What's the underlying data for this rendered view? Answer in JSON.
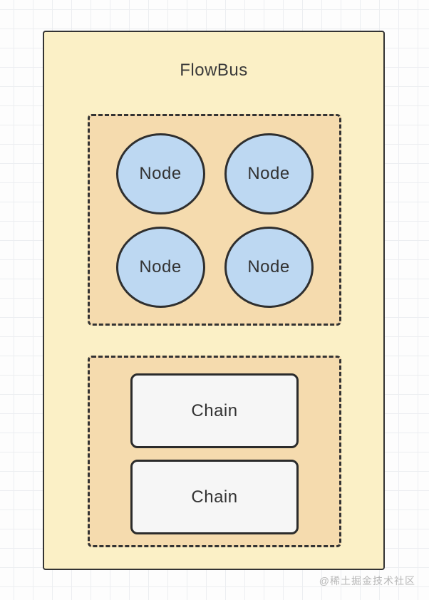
{
  "diagram": {
    "title": "FlowBus",
    "node_group": {
      "nodes": [
        {
          "label": "Node"
        },
        {
          "label": "Node"
        },
        {
          "label": "Node"
        },
        {
          "label": "Node"
        }
      ]
    },
    "chain_group": {
      "chains": [
        {
          "label": "Chain"
        },
        {
          "label": "Chain"
        }
      ]
    }
  },
  "canvas": {
    "watermark": "@稀土掘金技术社区"
  },
  "colors": {
    "container_fill": "#FBF0C6",
    "container_border": "#333333",
    "group_fill": "#F5DBAE",
    "group_border": "#333333",
    "node_fill": "#BDD8F2",
    "node_border": "#2F2F2F",
    "chain_fill": "#F6F6F6",
    "chain_border": "#2B2B2B",
    "text": "#3A3A3A",
    "watermark_text": "#B7B7B7",
    "grid_line": "#ECEEF1",
    "page_background": "#FDFDFD"
  }
}
